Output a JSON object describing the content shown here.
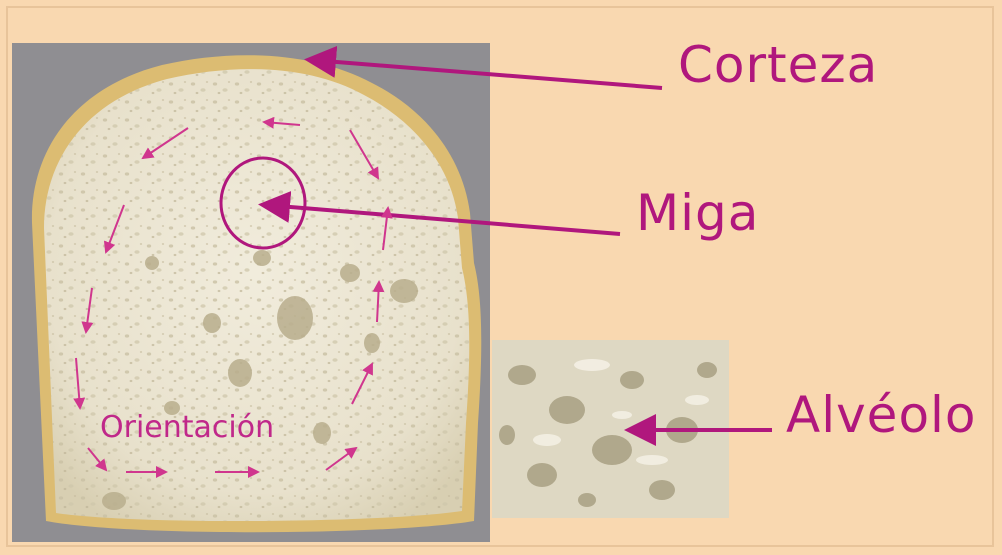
{
  "labels": {
    "corteza": "Corteza",
    "miga": "Miga",
    "alveolo": "Alvéolo",
    "orientacion": "Orientación"
  },
  "colors": {
    "background": "#f9d8b0",
    "accent": "#b0177d",
    "photo_background": "#8f8e92",
    "crust": "#d9b86a",
    "crumb": "#eee9d8"
  },
  "images": {
    "bread_slice": "bread-slice-photo",
    "zoom_detail": "crumb-closeup-photo"
  }
}
